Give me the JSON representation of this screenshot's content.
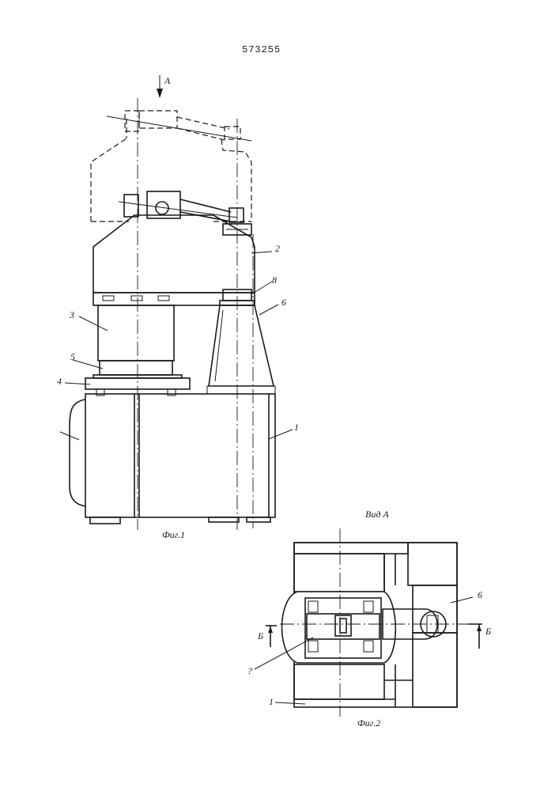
{
  "document": {
    "patent_number": "573255"
  },
  "figure1": {
    "caption": "Фиг.1",
    "view_arrow_label": "А",
    "labels": [
      "2",
      "8",
      "6",
      "3",
      "5",
      "4",
      "1"
    ]
  },
  "figure2": {
    "caption": "Фиг.2",
    "view_title": "Вид А",
    "section_labels": [
      "Б",
      "Б"
    ],
    "labels": [
      "6",
      "?",
      "1"
    ]
  }
}
